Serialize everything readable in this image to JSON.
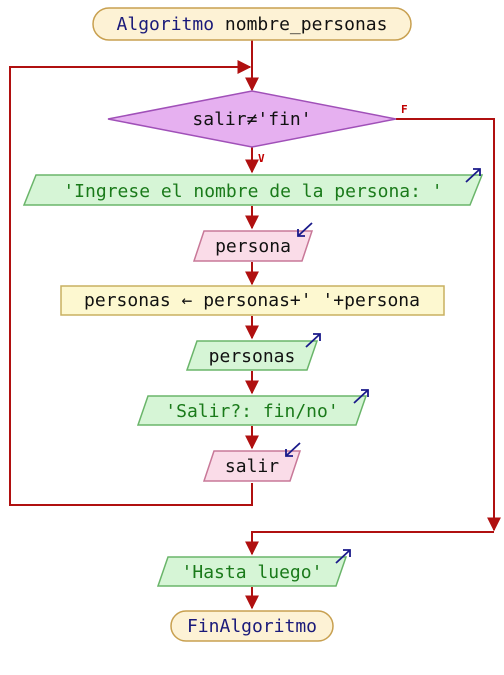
{
  "diagram": {
    "start": {
      "keyword": "Algoritmo",
      "name": "nombre_personas"
    },
    "loop_condition": "salir≠'fin'",
    "branch_true": "V",
    "branch_false": "F",
    "steps": {
      "write_prompt": "'Ingrese el nombre de la persona: '",
      "read_persona": "persona",
      "assign": "personas ← personas+' '+persona",
      "write_personas": "personas",
      "write_salir_prompt": "'Salir?: fin/no'",
      "read_salir": "salir"
    },
    "after_loop": {
      "write_bye": "'Hasta luego'"
    },
    "end": "FinAlgoritmo"
  },
  "colors": {
    "terminal_fill": "#fdf2d5",
    "terminal_border": "#c8a050",
    "decision_fill": "#e6b0f0",
    "decision_border": "#a050b8",
    "io_out_fill": "#d6f5d6",
    "io_out_border": "#6ab56a",
    "io_in_fill": "#fadce8",
    "io_in_border": "#c87898",
    "process_fill": "#fdf8d0",
    "process_border": "#c8b060",
    "connector": "#b01010",
    "io_arrow": "#1a1a8a",
    "string_text": "#1a7a1a",
    "keyword_text": "#1a1a7a"
  },
  "icons": {
    "output_marker": "arrow-up-right-icon",
    "input_marker": "arrow-down-left-icon"
  }
}
